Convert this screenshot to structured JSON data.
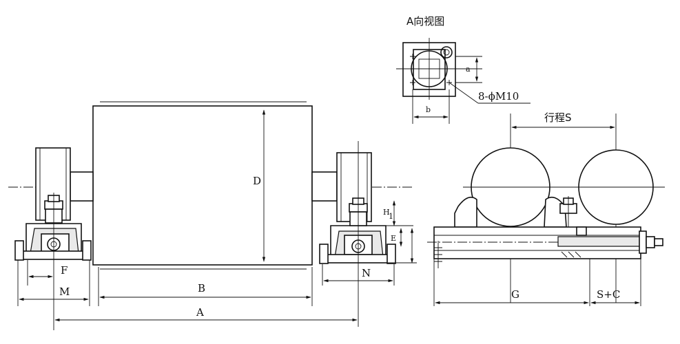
{
  "labels": {
    "view_a": "A向视图",
    "bolt_spec": "8-ϕM10",
    "dim_a_small": "a",
    "dim_b_small": "b",
    "stroke_s": "行程S",
    "dim_D": "D",
    "dim_H1": "H",
    "dim_H1_sub": "1",
    "dim_E": "E",
    "dim_F": "F",
    "dim_M": "M",
    "dim_B": "B",
    "dim_A": "A",
    "dim_N": "N",
    "dim_G": "G",
    "dim_SC": "S+C"
  }
}
